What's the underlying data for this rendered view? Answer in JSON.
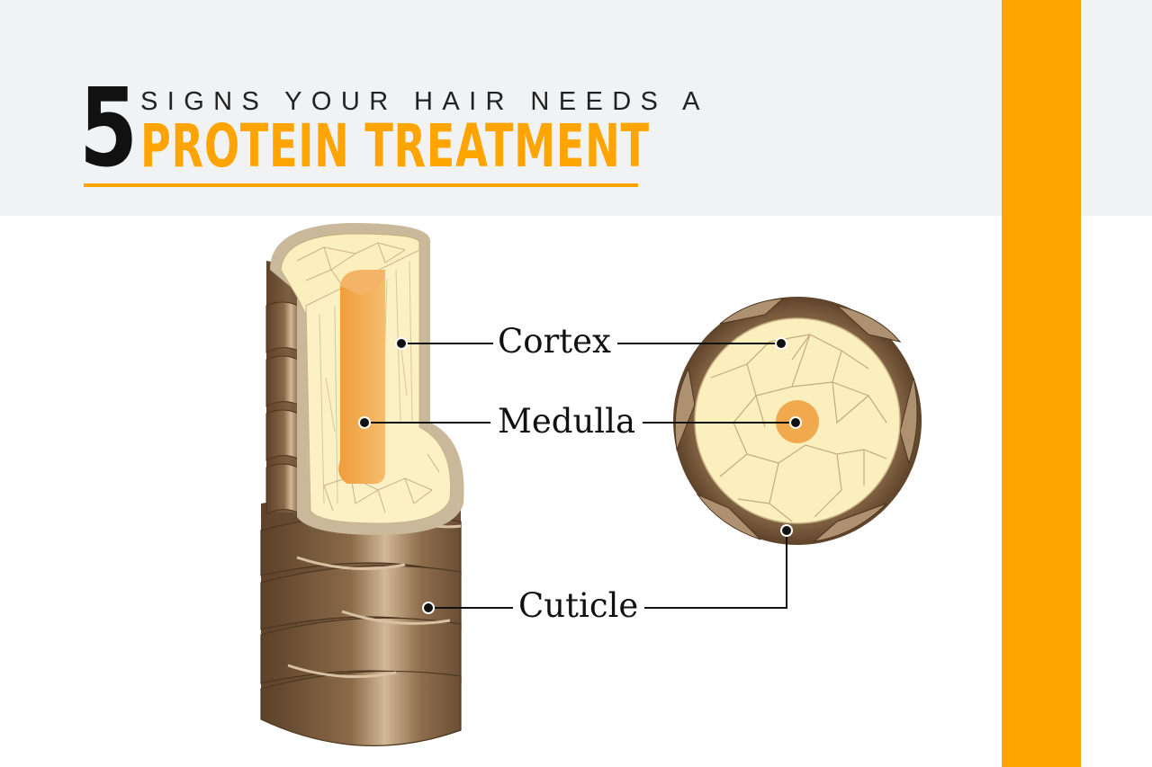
{
  "header": {
    "number": "5",
    "subtitle": "SIGNS YOUR HAIR NEEDS A",
    "title": "PROTEIN TREATMENT"
  },
  "labels": {
    "cortex": "Cortex",
    "medulla": "Medulla",
    "cuticle": "Cuticle"
  },
  "colors": {
    "accent": "#ffa400",
    "cuticle_brown": "#6b4f35",
    "cortex_cream": "#faeeb7",
    "medulla_orange": "#f1a94e",
    "header_bg": "#f1f2f3"
  }
}
